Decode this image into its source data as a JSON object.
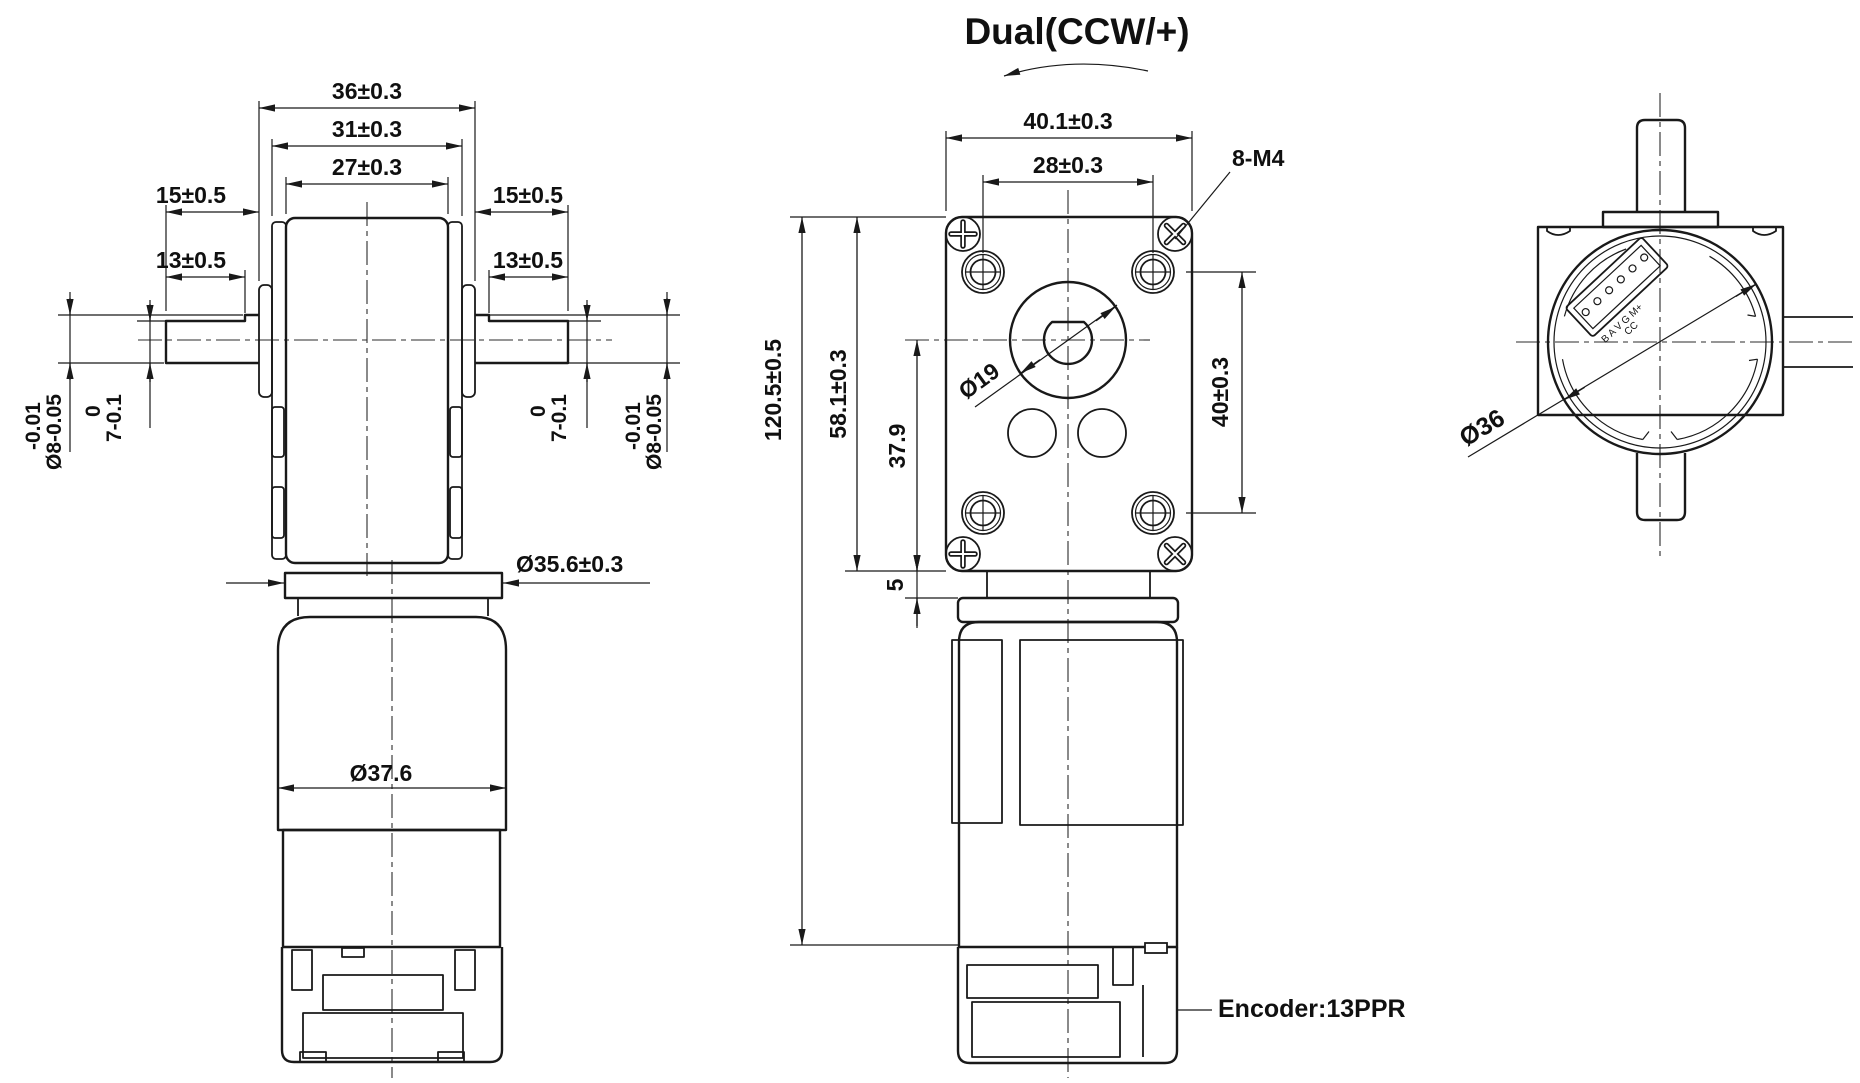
{
  "drawing": {
    "title": "Dual(CCW/+)",
    "encoder_note": "Encoder:13PPR",
    "colors": {
      "line": "#191919",
      "text": "#101010",
      "background": "#ffffff"
    },
    "left_view": {
      "width_overall": "36±0.3",
      "width_over_caps": "31±0.3",
      "width_body": "27±0.3",
      "shaft_len_left": "15±0.5",
      "flat_len_left": "13±0.5",
      "shaft_len_right": "15±0.5",
      "flat_len_right": "13±0.5",
      "shaft_dia_upper_tol_left": "-0.01",
      "shaft_dia_left": "Ø8-0.05",
      "flat_upper_tol_left": "0",
      "flat_dim_left": "7-0.1",
      "shaft_dia_upper_tol_right": "-0.01",
      "shaft_dia_right": "Ø8-0.05",
      "flat_upper_tol_right": "0",
      "flat_dim_right": "7-0.1",
      "flange_dia": "Ø35.6±0.3",
      "gearbox_dia": "Ø37.6"
    },
    "front_view": {
      "plate_width": "40.1±0.3",
      "hole_spacing_x": "28±0.3",
      "screw_spec": "8-M4",
      "boss_dia": "Ø19",
      "plate_height": "58.1±0.3",
      "shaft_to_bottom": "37.9",
      "hole_spacing_y": "40±0.3",
      "neck_height": "5",
      "total_length": "120.5±0.5"
    },
    "top_view": {
      "motor_dia": "Ø36",
      "connector_row1": "B A V G M+",
      "connector_row2": "CC"
    }
  }
}
